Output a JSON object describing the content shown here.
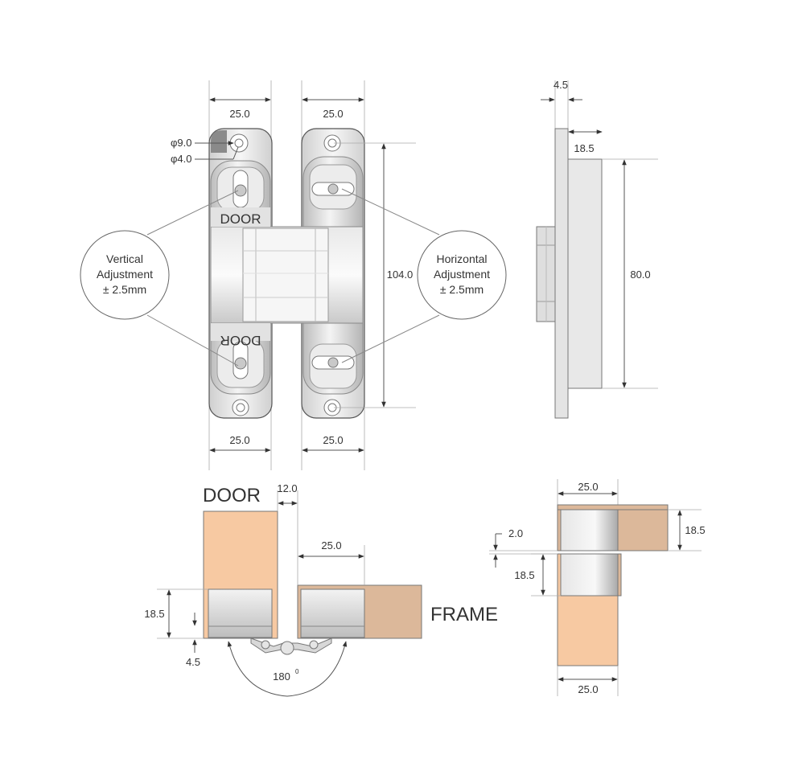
{
  "colors": {
    "metal_light": "#f2f2f2",
    "metal_mid": "#d4d4d4",
    "metal_dark": "#a8a8a8",
    "door_wood": "#f7c9a2",
    "frame_wood": "#dcb89a",
    "line": "#555555"
  },
  "front_view": {
    "dim_top_left": "25.0",
    "dim_top_right": "25.0",
    "dim_bottom_left": "25.0",
    "dim_bottom_right": "25.0",
    "dim_height": "104.0",
    "hole_outer": "φ9.0",
    "hole_inner": "φ4.0",
    "door_top": "DOOR",
    "door_bottom": "DOOR"
  },
  "callouts": {
    "vertical": {
      "line1": "Vertical",
      "line2": "Adjustment",
      "line3": "± 2.5mm"
    },
    "horizontal": {
      "line1": "Horizontal",
      "line2": "Adjustment",
      "line3": "± 2.5mm"
    }
  },
  "side_view": {
    "dim_plate": "4.5",
    "dim_depth": "18.5",
    "dim_height": "80.0"
  },
  "top_view": {
    "door_label": "DOOR",
    "frame_label": "FRAME",
    "dim_gap": "12.0",
    "dim_width": "25.0",
    "dim_depth": "18.5",
    "dim_offset": "4.5",
    "angle": "180",
    "angle_unit": "0"
  },
  "detail_view": {
    "dim_top": "25.0",
    "dim_bottom": "25.0",
    "dim_right": "18.5",
    "dim_left": "18.5",
    "dim_gap": "2.0"
  }
}
